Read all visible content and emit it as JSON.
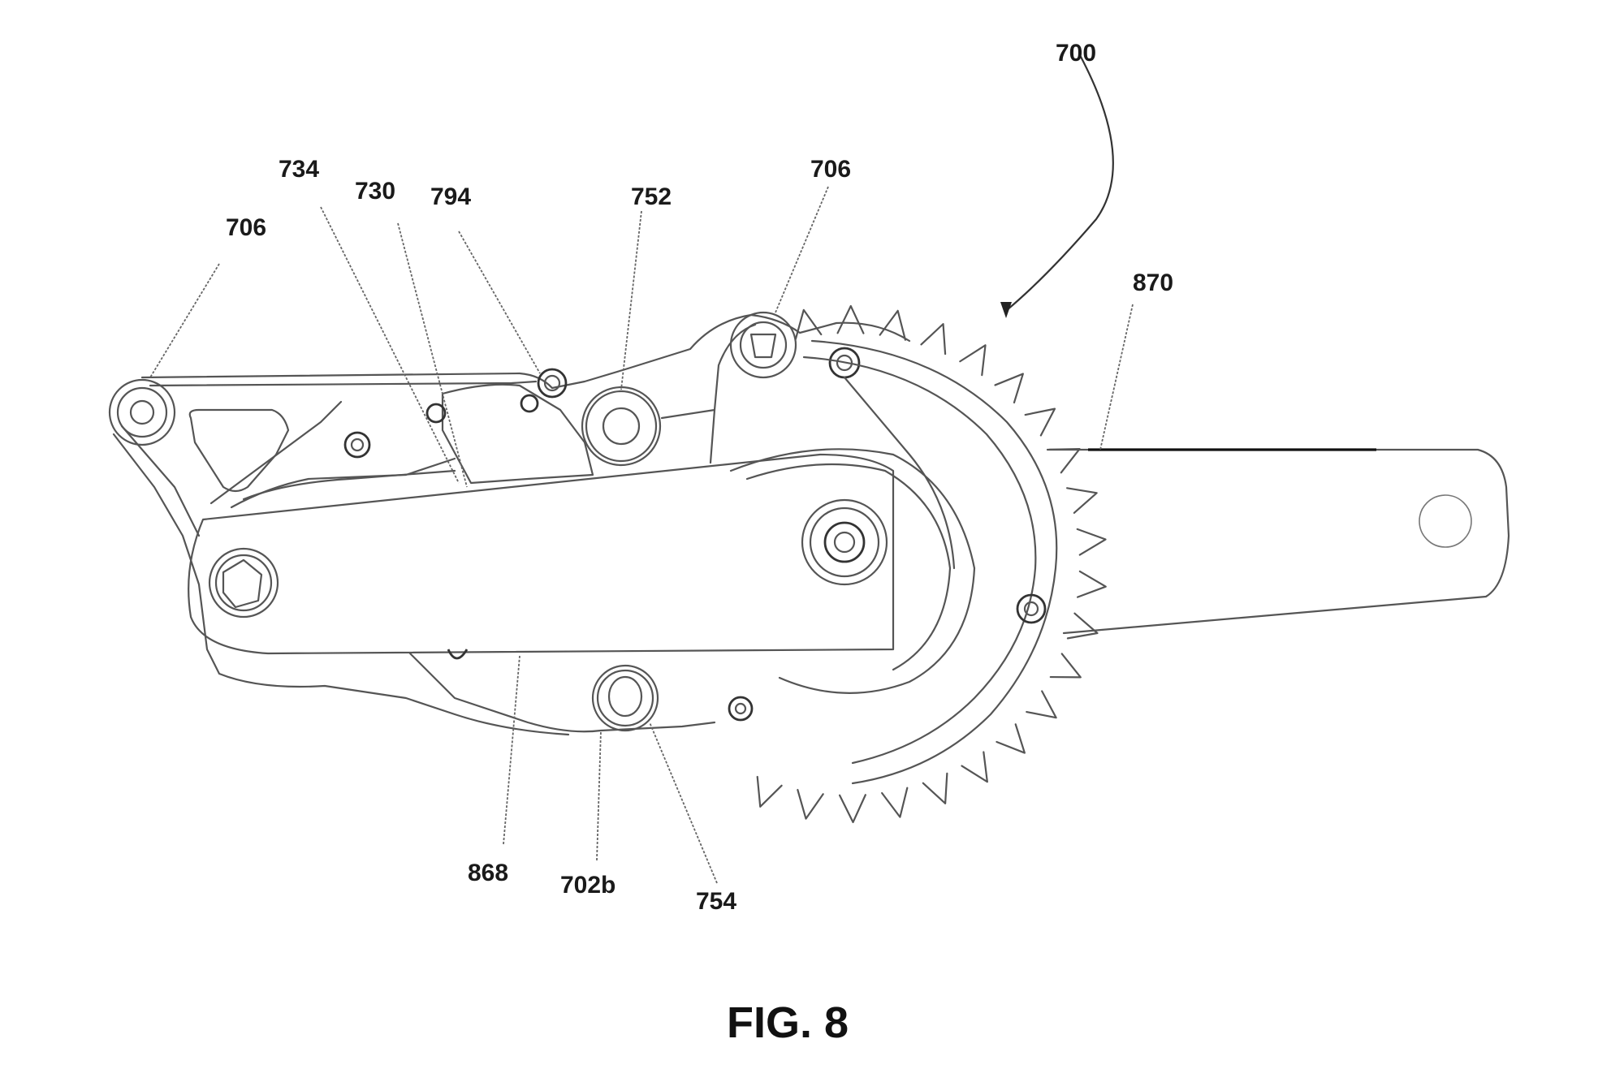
{
  "figure": {
    "caption": "FIG. 8",
    "assembly_label": "700"
  },
  "reference_numerals": {
    "r706_left": "706",
    "r734": "734",
    "r730": "730",
    "r794": "794",
    "r752": "752",
    "r706_top": "706",
    "r700": "700",
    "r870": "870",
    "r868": "868",
    "r702b": "702b",
    "r754": "754"
  },
  "components": {
    "chainring": {
      "name": "chainring",
      "teeth_visible": true
    },
    "crank_arm_left": {
      "name": "crank arm (868)"
    },
    "crank_arm_right": {
      "name": "crank arm (870)"
    },
    "spindle": {
      "name": "spindle"
    }
  },
  "colors": {
    "line": "#555555",
    "text": "#1a1a1a",
    "background": "#ffffff"
  }
}
